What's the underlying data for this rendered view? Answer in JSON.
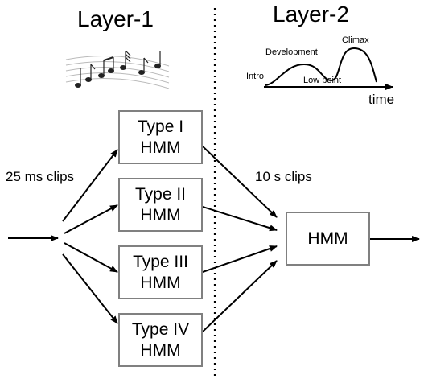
{
  "layers": {
    "layer1_title": "Layer-1",
    "layer2_title": "Layer-2"
  },
  "clip_labels": {
    "short": "25 ms clips",
    "long": "10 s clips"
  },
  "hmm_boxes": [
    {
      "line1": "Type I",
      "line2": "HMM"
    },
    {
      "line1": "Type II",
      "line2": "HMM"
    },
    {
      "line1": "Type III",
      "line2": "HMM"
    },
    {
      "line1": "Type IV",
      "line2": "HMM"
    }
  ],
  "final_hmm": {
    "label": "HMM"
  },
  "story_curve": {
    "intro": "Intro",
    "development": "Development",
    "climax": "Climax",
    "low_point": "Low point",
    "axis_label": "time"
  },
  "icons": {
    "music": "music-staff-icon"
  },
  "colors": {
    "box_border": "#808080",
    "line": "#000000"
  }
}
